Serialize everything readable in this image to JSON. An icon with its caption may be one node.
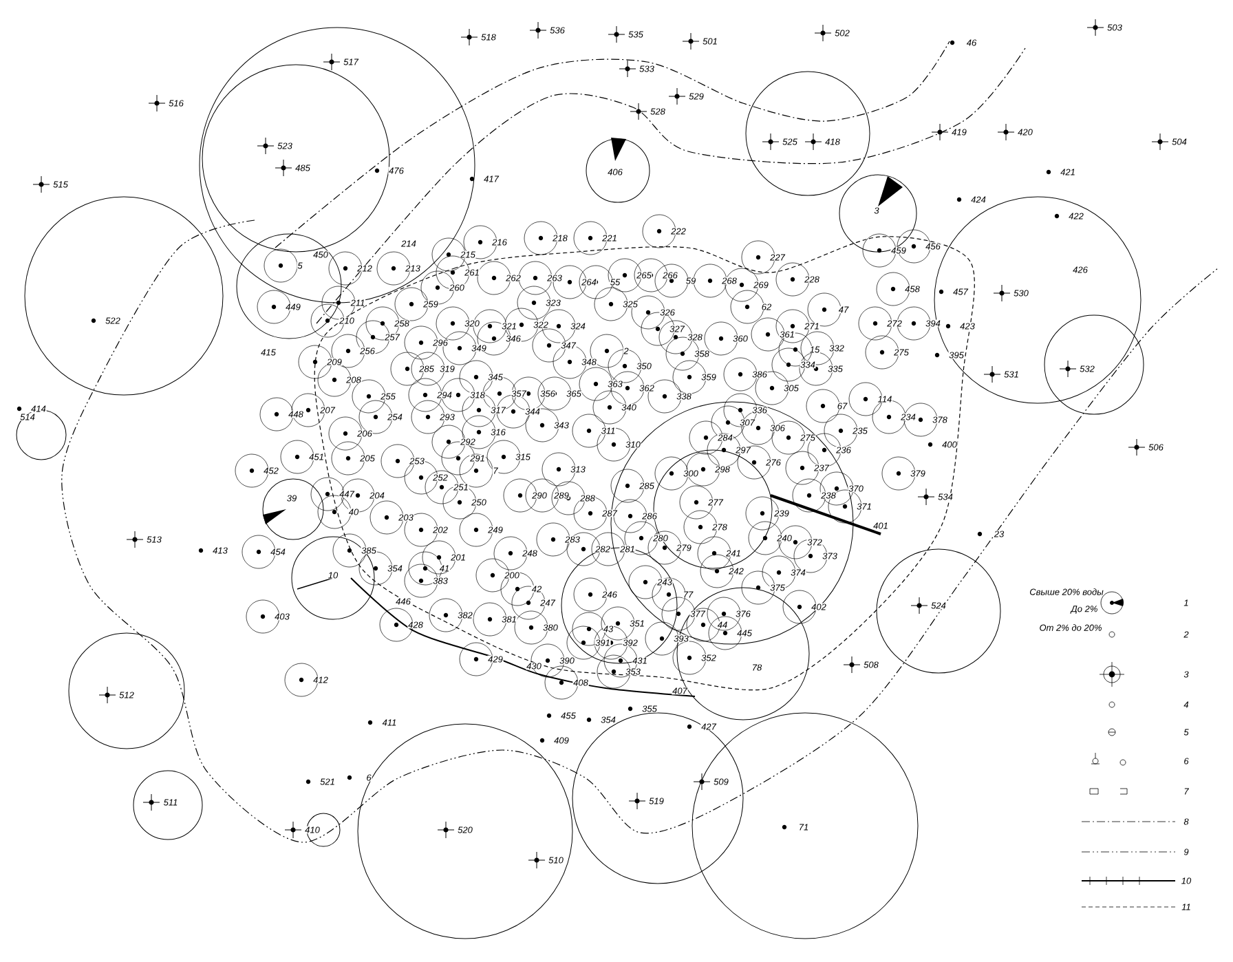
{
  "diagram": {
    "labels": [
      "536",
      "517",
      "518",
      "535",
      "501",
      "502",
      "503",
      "533",
      "46",
      "516",
      "529",
      "528",
      "525",
      "418",
      "419",
      "420",
      "504",
      "523",
      "485",
      "476",
      "417",
      "406",
      "421",
      "515",
      "3",
      "424",
      "422",
      "450",
      "5",
      "214",
      "216",
      "215",
      "218",
      "221",
      "222",
      "212",
      "213",
      "211",
      "449",
      "415",
      "210",
      "261",
      "262",
      "263",
      "264",
      "55",
      "265",
      "260",
      "259",
      "258",
      "257",
      "296",
      "320",
      "321",
      "322",
      "323",
      "324",
      "325",
      "256",
      "209",
      "285",
      "319",
      "349",
      "346",
      "347",
      "348",
      "2",
      "350",
      "345",
      "357",
      "356",
      "365",
      "363",
      "362",
      "340",
      "208",
      "255",
      "294",
      "318",
      "207",
      "448",
      "254",
      "293",
      "317",
      "344",
      "343",
      "311",
      "310",
      "206",
      "316",
      "292",
      "451",
      "452",
      "205",
      "253",
      "291",
      "315",
      "7",
      "313",
      "252",
      "251",
      "447",
      "204",
      "39",
      "40",
      "250",
      "290",
      "289",
      "288",
      "203",
      "287",
      "286",
      "202",
      "249",
      "283",
      "454",
      "385",
      "201",
      "248",
      "282",
      "281",
      "354",
      "41",
      "10",
      "200",
      "383",
      "42",
      "247",
      "246",
      "446",
      "403",
      "428",
      "382",
      "381",
      "380",
      "351",
      "43",
      "391",
      "392",
      "429",
      "390",
      "430",
      "412",
      "353",
      "408",
      "455",
      "354",
      "355",
      "411",
      "227",
      "459",
      "456",
      "228",
      "458",
      "457",
      "423",
      "266",
      "59",
      "268",
      "269",
      "62",
      "271",
      "47",
      "272",
      "394",
      "326",
      "327",
      "328",
      "360",
      "361",
      "358",
      "15",
      "332",
      "275",
      "395",
      "359",
      "334",
      "335",
      "386",
      "338",
      "305",
      "114",
      "336",
      "67",
      "234",
      "378",
      "307",
      "306",
      "235",
      "400",
      "284",
      "275",
      "297",
      "236",
      "276",
      "237",
      "300",
      "298",
      "379",
      "285",
      "277",
      "238",
      "370",
      "371",
      "278",
      "239",
      "401",
      "280",
      "279",
      "240",
      "372",
      "373",
      "241",
      "534",
      "242",
      "243",
      "374",
      "375",
      "77",
      "402",
      "377",
      "376",
      "524",
      "44",
      "445",
      "393",
      "352",
      "431",
      "78",
      "508",
      "407",
      "427",
      "413",
      "414",
      "514",
      "513",
      "23",
      "506",
      "532",
      "531",
      "530",
      "426",
      "522",
      "512",
      "511",
      "410",
      "521",
      "6",
      "520",
      "510",
      "519",
      "509",
      "71",
      "409",
      "Свыше 20% воды",
      "До 2%",
      "От 2% до 20%"
    ],
    "legend": [
      {
        "text": "1"
      },
      {
        "text": "2"
      },
      {
        "text": "3"
      },
      {
        "text": "4"
      },
      {
        "text": "5"
      },
      {
        "text": "6"
      },
      {
        "text": "7"
      },
      {
        "text": "8"
      },
      {
        "text": "9"
      },
      {
        "text": "10"
      },
      {
        "text": "11"
      }
    ]
  }
}
